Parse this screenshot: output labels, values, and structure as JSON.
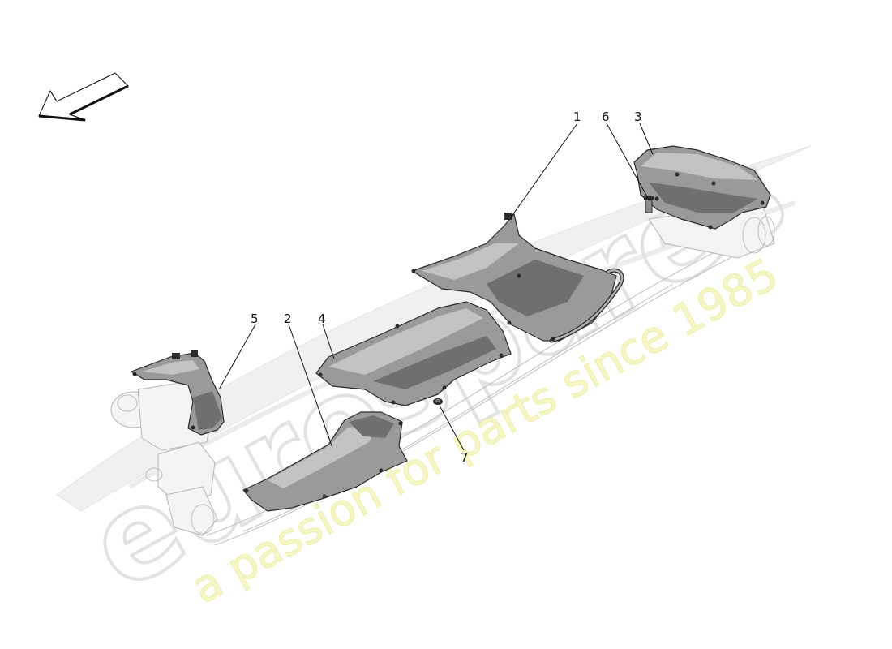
{
  "callouts": [
    {
      "id": "1",
      "label": "1"
    },
    {
      "id": "2",
      "label": "2"
    },
    {
      "id": "3",
      "label": "3"
    },
    {
      "id": "4",
      "label": "4"
    },
    {
      "id": "5",
      "label": "5"
    },
    {
      "id": "6",
      "label": "6"
    },
    {
      "id": "7",
      "label": "7"
    }
  ],
  "watermark": {
    "brand": "eurospares",
    "tagline": "a passion for parts since 1985"
  },
  "direction_arrow": {
    "icon": "orientation-arrow-icon"
  },
  "colors": {
    "part_fill": "#9a9a9a",
    "outline": "#2b2b2b",
    "ghost_outline": "#bdbdbd",
    "watermark_brand": "#e6e6e6",
    "watermark_tagline": "#f3f3b8"
  }
}
